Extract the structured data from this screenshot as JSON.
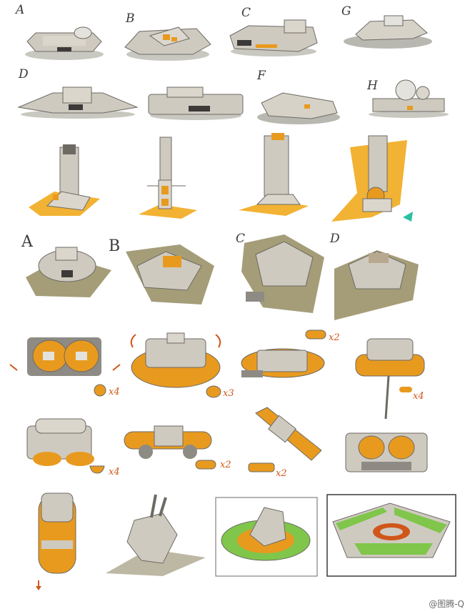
{
  "row1_labels": [
    "A",
    "B",
    "C",
    "G"
  ],
  "row2_labels": [
    "D",
    "F",
    "H"
  ],
  "row4_labels": [
    "A",
    "B",
    "C",
    "D"
  ],
  "multipliers": [
    "x4",
    "x3",
    "x2",
    "x4",
    "x4",
    "x2",
    "x2"
  ],
  "watermark": "@图腾-Q",
  "colors": {
    "hull": "#cfcac0",
    "hull_dark": "#8e8a84",
    "accent": "#e89a1f",
    "shadow": "#b9b8b0",
    "ground_yellow": "#f2b233",
    "ground_olive": "#a49d78",
    "green": "#7fc64a",
    "arrow": "#d0561a"
  }
}
